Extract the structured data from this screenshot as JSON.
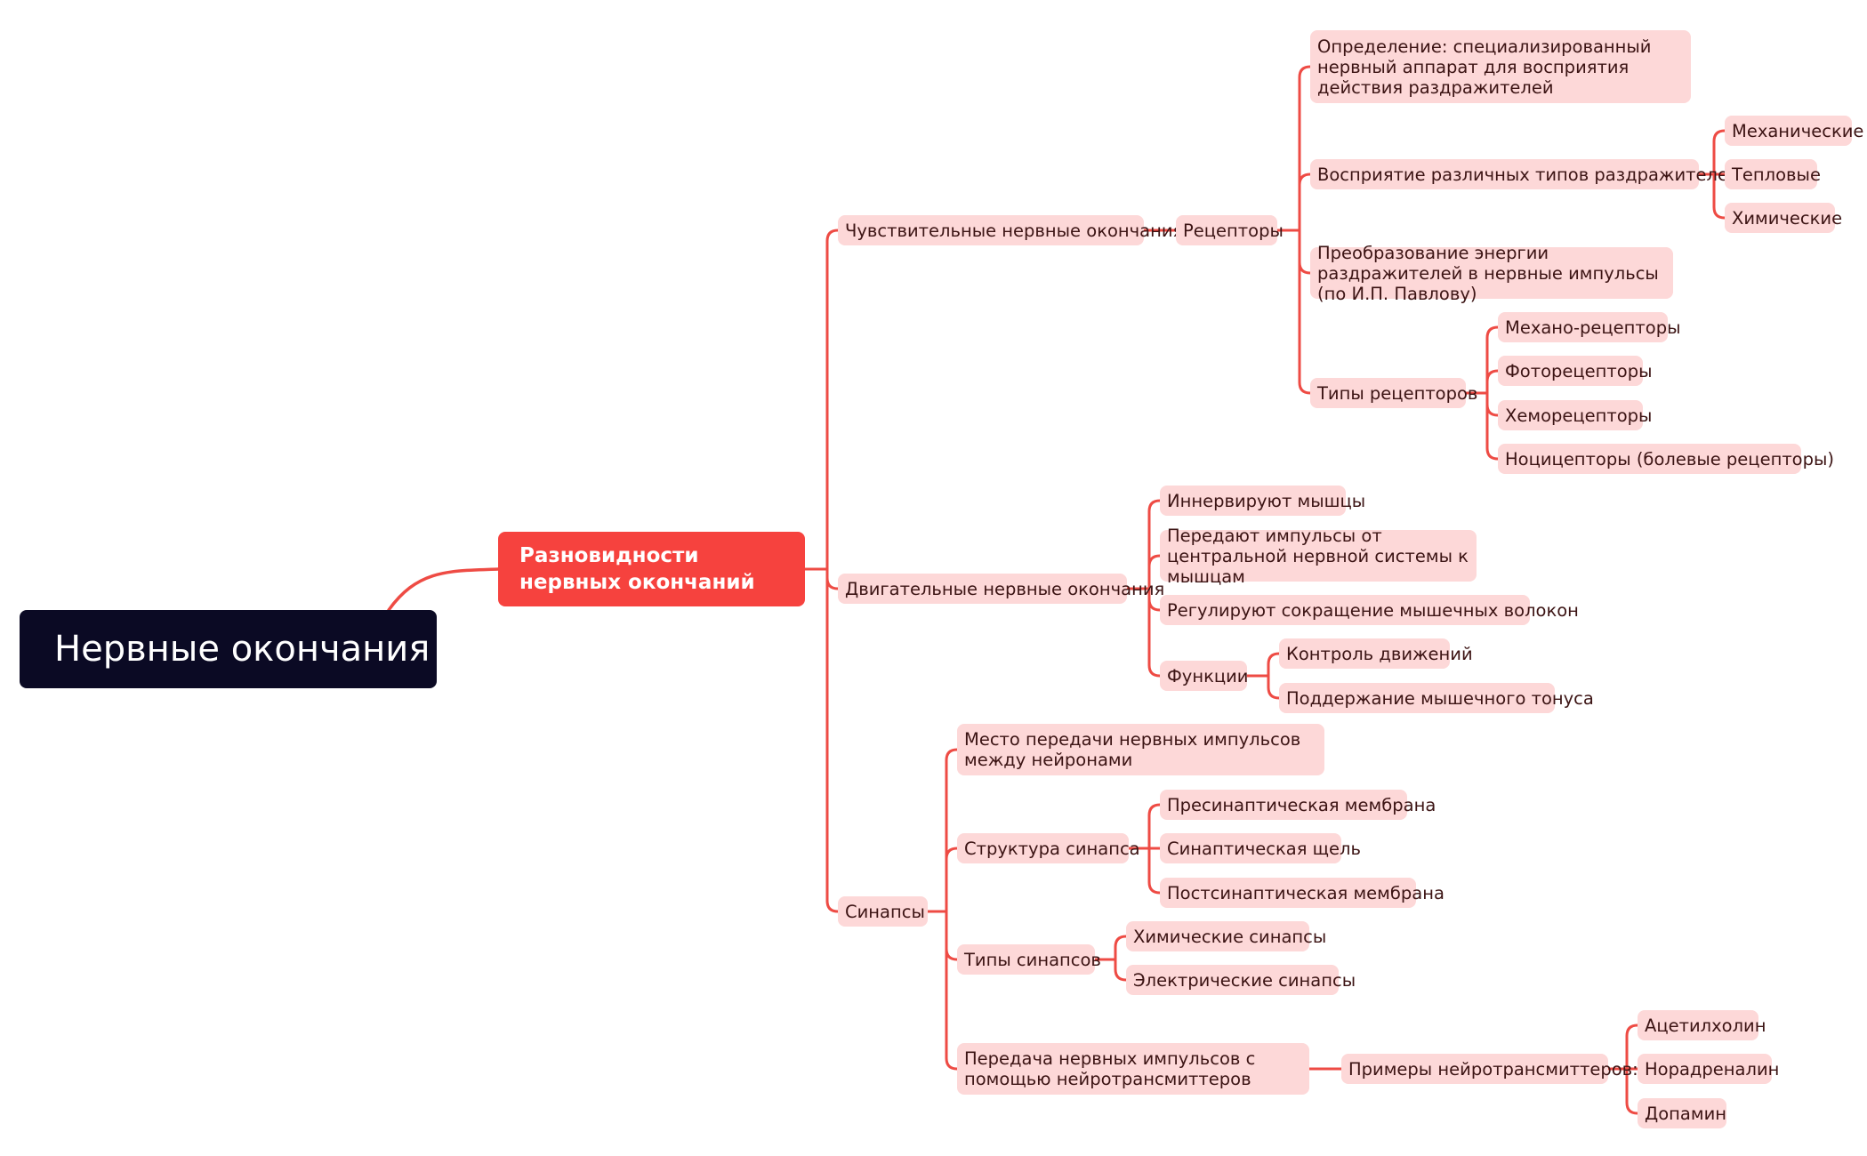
{
  "colors": {
    "root_bg": "#0b0a24",
    "main_bg": "#f6423e",
    "node_bg": "#fdd8d8",
    "line": "#ee4b44",
    "node_text": "#3c1414"
  },
  "mindmap": {
    "root": "Нервные окончания",
    "main": "Разновидности нервных окончаний",
    "sensory": {
      "label": "Чувствительные нервные окончания",
      "receptors": {
        "label": "Рецепторы",
        "definition": "Определение: специализированный нервный аппарат для восприятия действия раздражителей",
        "perception": {
          "label": "Восприятие различных типов раздражителей:",
          "items": [
            "Механические",
            "Тепловые",
            "Химические"
          ]
        },
        "conversion": "Преобразование энергии раздражителей в нервные импульсы (по И.П. Павлову)",
        "types": {
          "label": "Типы рецепторов",
          "items": [
            "Механо-рецепторы",
            "Фоторецепторы",
            "Хеморецепторы",
            "Ноцицепторы (болевые рецепторы)"
          ]
        }
      }
    },
    "motor": {
      "label": "Двигательные нервные окончания",
      "innervate": "Иннервируют мышцы",
      "transmit": "Передают импульсы от центральной нервной системы к мышцам",
      "regulate": "Регулируют сокращение мышечных волокон",
      "functions": {
        "label": "Функции",
        "items": [
          "Контроль движений",
          "Поддержание мышечного тонуса"
        ]
      }
    },
    "synapses": {
      "label": "Синапсы",
      "place": "Место передачи нервных импульсов между нейронами",
      "structure": {
        "label": "Структура синапса",
        "items": [
          "Пресинаптическая мембрана",
          "Синаптическая щель",
          "Постсинаптическая мембрана"
        ]
      },
      "types": {
        "label": "Типы синапсов",
        "items": [
          "Химические синапсы",
          "Электрические синапсы"
        ]
      },
      "transmission": {
        "label": "Передача нервных импульсов с помощью нейротрансмиттеров",
        "examples": {
          "label": "Примеры нейротрансмиттеров:",
          "items": [
            "Ацетилхолин",
            "Норадреналин",
            "Допамин"
          ]
        }
      }
    }
  }
}
